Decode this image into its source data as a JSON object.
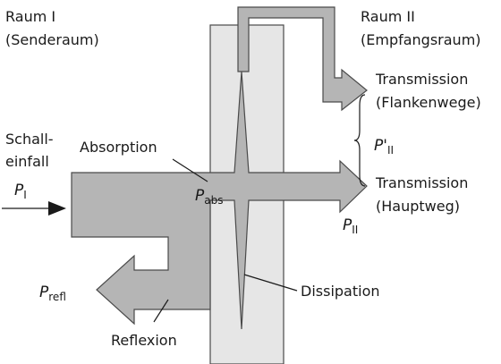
{
  "colors": {
    "wall_fill": "#e6e6e6",
    "flow_fill": "#b5b5b5",
    "stroke": "#4a4a4a",
    "text": "#1a1a1a"
  },
  "labels": {
    "room1_line1": "Raum I",
    "room1_line2": "(Senderaum)",
    "room2_line1": "Raum II",
    "room2_line2": "(Empfangsraum)",
    "incidence_line1": "Schall-",
    "incidence_line2": "einfall",
    "absorption": "Absorption",
    "transmission_flank_line1": "Transmission",
    "transmission_flank_line2": "(Flankenwege)",
    "transmission_main_line1": "Transmission",
    "transmission_main_line2": "(Hauptweg)",
    "dissipation": "Dissipation",
    "reflection": "Reflexion"
  },
  "symbols": {
    "p_incident": {
      "base": "P",
      "sub": "I"
    },
    "p_absorbed": {
      "base": "P",
      "sub": "abs"
    },
    "p_reflected": {
      "base": "P",
      "sub": "refl"
    },
    "p_transmitted": {
      "base": "P",
      "sub": "II"
    },
    "p_transmitted_flank": {
      "base": "P'",
      "sub": "II"
    }
  }
}
